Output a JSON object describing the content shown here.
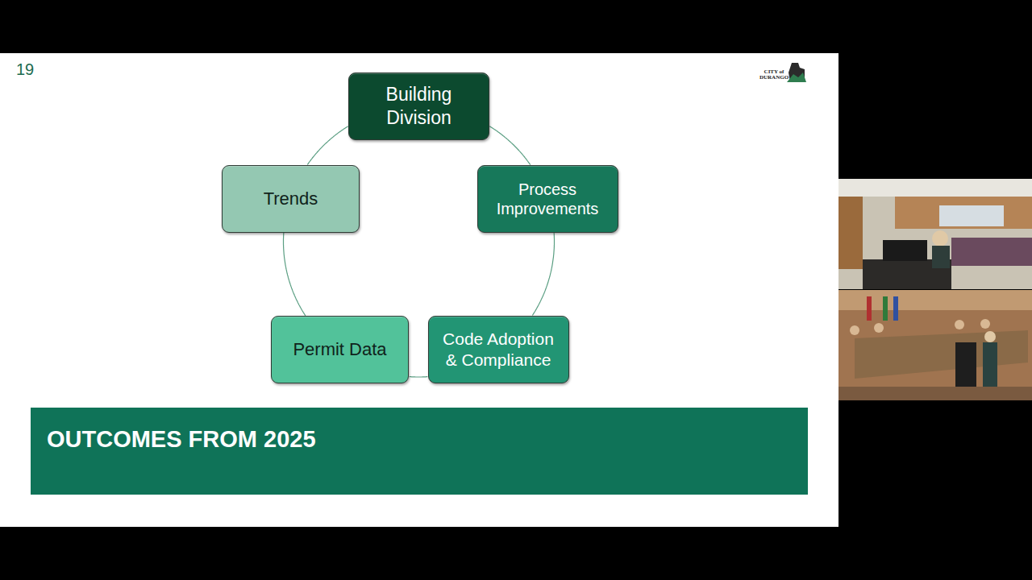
{
  "diagram": {
    "nodes": [
      {
        "text": [
          "Building Division"
        ]
      },
      {
        "text": [
          "Process Improvements"
        ]
      },
      {
        "text": [
          "Code Adoption & Compliance"
        ]
      },
      {
        "text": [
          "Permit Data"
        ]
      },
      {
        "text": [
          "Trends"
        ]
      },
      {
        "text": [
          "OUTCOMES FROM 2025"
        ]
      }
    ],
    "edges": [
      {
        "from": 0,
        "to": 1,
        "arrow": "none"
      },
      {
        "from": 1,
        "to": 2,
        "arrow": "none"
      },
      {
        "from": 2,
        "to": 3,
        "arrow": "none"
      },
      {
        "from": 3,
        "to": 4,
        "arrow": "none"
      },
      {
        "from": 4,
        "to": 0,
        "arrow": "none"
      }
    ],
    "labels": [
      "19",
      "CITY of DURANGO"
    ]
  }
}
